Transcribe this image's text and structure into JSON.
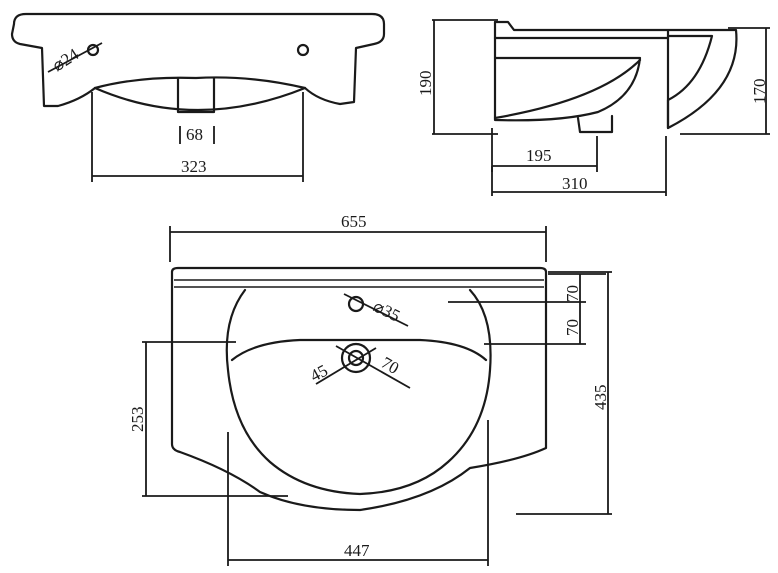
{
  "diagram": {
    "front_view": {
      "dia_small": "⌀24",
      "width_inner": "323",
      "width_tap": "68"
    },
    "side_view": {
      "height_left": "190",
      "height_right": "170",
      "depth_inner": "195",
      "depth_outer": "310"
    },
    "top_view": {
      "width_total": "655",
      "dia_hole": "⌀35",
      "drain_left": "45",
      "drain_right": "70",
      "offset_top_a": "70",
      "offset_top_b": "70",
      "height_left": "253",
      "depth_total": "435",
      "bowl_width": "447"
    }
  }
}
